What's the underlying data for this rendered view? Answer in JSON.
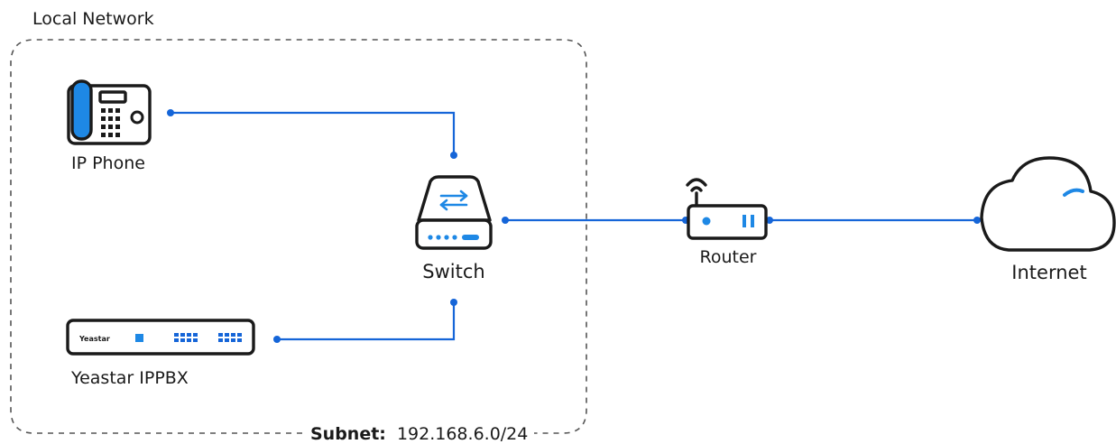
{
  "network": {
    "group_label": "Local Network",
    "subnet_key": "Subnet:",
    "subnet_value": "192.168.6.0/24"
  },
  "devices": {
    "ip_phone": "IP Phone",
    "ippbx": "Yeastar IPPBX",
    "ippbx_brand": "Yeastar",
    "switch": "Switch",
    "router": "Router",
    "internet": "Internet"
  },
  "colors": {
    "accent": "#1565d8",
    "device_blue": "#1e88e5",
    "outline": "#1a1a1a",
    "border_dash": "#555555"
  },
  "icons": [
    "ip-phone-icon",
    "ippbx-icon",
    "switch-icon",
    "router-icon",
    "cloud-icon"
  ]
}
